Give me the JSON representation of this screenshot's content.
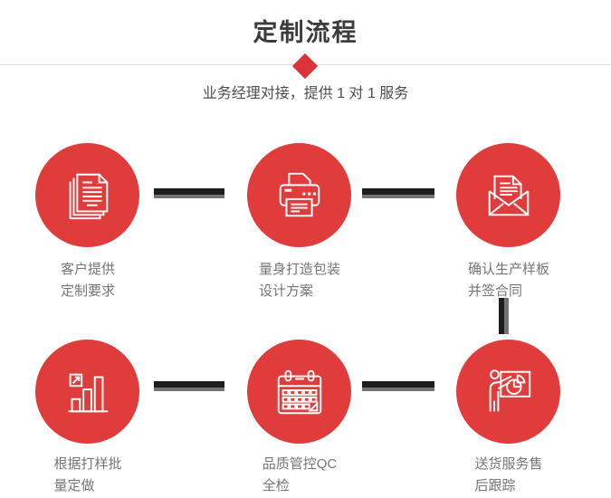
{
  "header": {
    "title": "定制流程",
    "subtitle": "业务经理对接，提供 1 对 1 服务"
  },
  "colors": {
    "circle_red": "#e03c3c",
    "diamond_red": "#dc3339",
    "connector_dark": "#1d1d1d",
    "connector_gray": "#737373",
    "title_text": "#3c3c3c",
    "subtitle_text": "#4c4c4c",
    "caption_text": "#757575",
    "divider": "#dddddd",
    "icon_stroke": "#ffffff"
  },
  "steps": [
    {
      "icon": "documents-icon",
      "line1": "客户提供",
      "line2": "定制要求"
    },
    {
      "icon": "printer-icon",
      "line1": "量身打造包装",
      "line2": "设计方案"
    },
    {
      "icon": "envelope-icon",
      "line1": "确认生产样板",
      "line2": "并签合同"
    },
    {
      "icon": "bar-chart-icon",
      "line1": "根据打样批",
      "line2": "量定做"
    },
    {
      "icon": "calendar-icon",
      "line1": "品质管控QC",
      "line2": "全检"
    },
    {
      "icon": "presentation-icon",
      "line1": "送货服务售",
      "line2": "后跟踪"
    }
  ]
}
